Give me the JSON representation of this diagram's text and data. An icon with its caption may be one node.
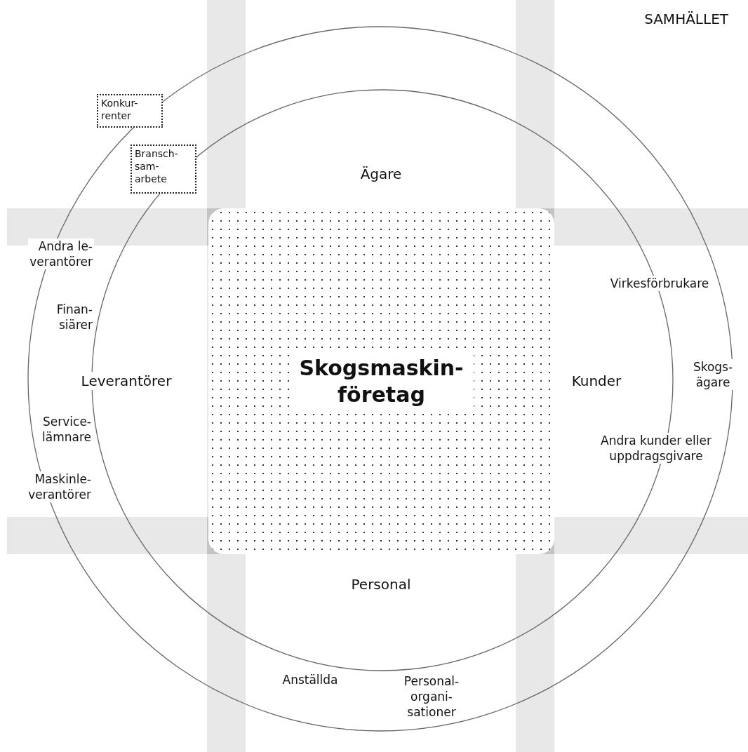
{
  "diagram": {
    "nodes": [
      {
        "text": [
          "Skogsmaskin- företag"
        ]
      },
      {
        "text": [
          "Konkur- renter"
        ]
      },
      {
        "text": [
          "Bransch- sam- arbete"
        ]
      }
    ],
    "labels": [
      "SAMHÄLLET",
      "Ägare",
      "Andra le- verantörer",
      "Finan- siärer",
      "Leverantörer",
      "Virkesförbrukare",
      "Kunder",
      "Skogs- ägare",
      "Service- lämnare",
      "Andra kunder eller uppdragsgivare",
      "Maskinle- verantörer",
      "Personal",
      "Anställda",
      "Personal- organi- sationer"
    ]
  }
}
